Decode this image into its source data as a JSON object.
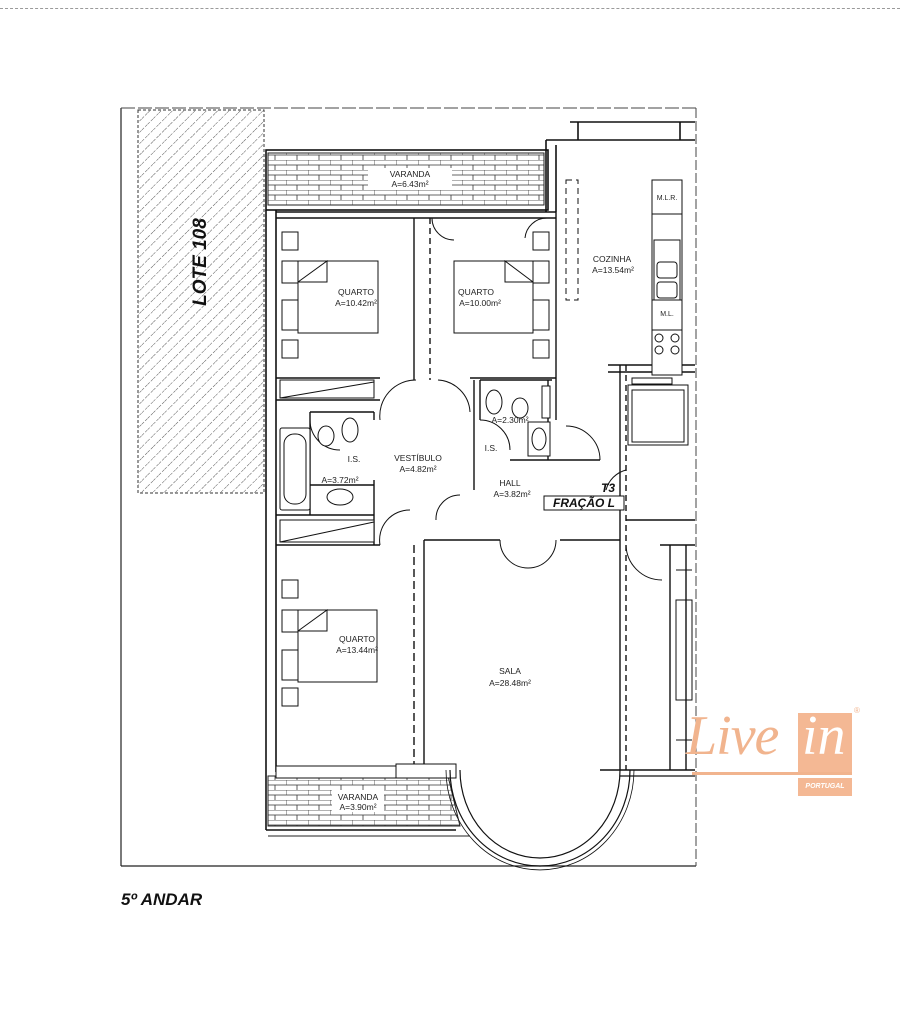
{
  "plan": {
    "floor_label": "5º ANDAR",
    "lot_label": "LOTE 108",
    "unit": {
      "typology": "T3",
      "fraction": "FRAÇÃO L"
    },
    "rooms": [
      {
        "id": "varanda-top",
        "name": "VARANDA",
        "area": "A=6.43m²"
      },
      {
        "id": "quarto-1",
        "name": "QUARTO",
        "area": "A=10.42m²"
      },
      {
        "id": "quarto-2",
        "name": "QUARTO",
        "area": "A=10.00m²"
      },
      {
        "id": "cozinha",
        "name": "COZINHA",
        "area": "A=13.54m²"
      },
      {
        "id": "is-1",
        "name": "I.S.",
        "area": "A=3.72m²"
      },
      {
        "id": "vestibulo",
        "name": "VESTÍBULO",
        "area": "A=4.82m²"
      },
      {
        "id": "is-2",
        "name": "I.S.",
        "area": "A=2.30m²"
      },
      {
        "id": "hall",
        "name": "HALL",
        "area": "A=3.82m²"
      },
      {
        "id": "quarto-3",
        "name": "QUARTO",
        "area": "A=13.44m²"
      },
      {
        "id": "sala",
        "name": "SALA",
        "area": "A=28.48m²"
      },
      {
        "id": "varanda-bottom",
        "name": "VARANDA",
        "area": "A=3.90m²"
      }
    ],
    "appliances": {
      "mlr": "M.L.R.",
      "ml": "M.L."
    }
  },
  "logo": {
    "brand_main": "Live",
    "brand_box": "in",
    "brand_sub": "PORTUGAL",
    "registered": "®",
    "color": "#f1b48e"
  }
}
